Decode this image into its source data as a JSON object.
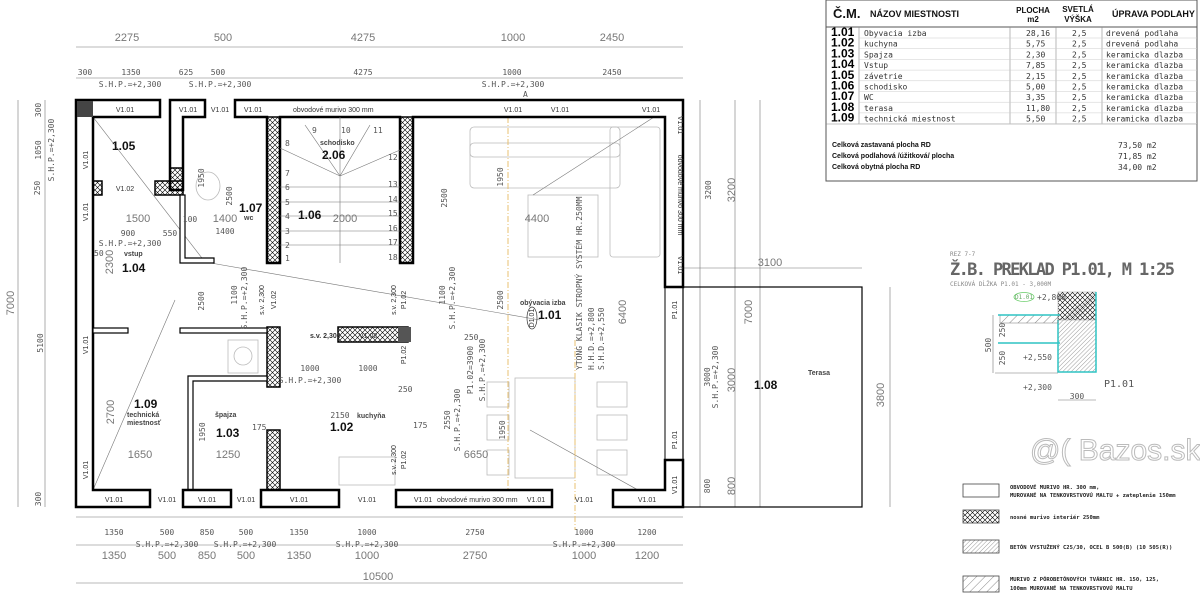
{
  "plan": {
    "top_dims_outer": [
      "2275",
      "500",
      "4275",
      "1000",
      "2450"
    ],
    "top_dims_inner": [
      "300",
      "1350",
      "625",
      "500",
      "4275",
      "1000",
      "2450"
    ],
    "shp": "S.H.P.=+2,300",
    "bottom_dims_inner": [
      "1350",
      "500",
      "850",
      "500",
      "1350",
      "1000",
      "2750",
      "1000",
      "1200"
    ],
    "bottom_dims_outer": [
      "1350",
      "500",
      "850",
      "500",
      "1350",
      "1000",
      "2750",
      "1000",
      "1200"
    ],
    "total_width": "10500",
    "left_dims": [
      "7000",
      "5100",
      "300",
      "1050",
      "250",
      "300"
    ],
    "wall_tag_v101": "V1.01",
    "wall_tag_v102": "V1.02",
    "wall_tag_p101": "P1.01",
    "wall_tag_p102": "P1.02",
    "perimeter_wall_note": "obvodové murivo 300 mm",
    "sv_note": "s.v. 2,300",
    "section_marker": "A",
    "lintel_tag": "D1.01",
    "ceiling_note": [
      "YTONG KLASIK STROPNÝ SYSTÉM HR.250MM",
      "H.H.D.=+2,800",
      "S.H.D.=+2,550"
    ],
    "interior_dims": {
      "d1500": "1500",
      "d1400": "1400",
      "d2000": "2000",
      "d4400": "4400",
      "d6400": "6400",
      "d6650": "6650",
      "d1650": "1650",
      "d1250": "1250",
      "d2700": "2700",
      "d2300": "2300",
      "d3200": "3200",
      "d3100": "3100",
      "d7000": "7000",
      "d3000": "3000",
      "d3800": "3800",
      "d800": "800",
      "d2500": "2500",
      "d1950": "1950",
      "d1100": "1100",
      "d2550": "2550",
      "d900": "900",
      "d550": "550",
      "d2150": "2150",
      "d1000": "1000",
      "d250": "250",
      "d175": "175",
      "d100": "100",
      "d50": "50",
      "p102_3900": "P1.02=3900"
    },
    "stair_steps": [
      "1",
      "2",
      "3",
      "4",
      "5",
      "6",
      "7",
      "8",
      "9",
      "10",
      "11",
      "12",
      "13",
      "14",
      "15",
      "16",
      "17",
      "18"
    ],
    "rooms": {
      "r105": {
        "num": "1.05"
      },
      "r206": {
        "num": "2.06",
        "name": "schodisko"
      },
      "r107": {
        "num": "1.07",
        "name": "wc"
      },
      "r106": {
        "num": "1.06"
      },
      "r104": {
        "num": "1.04",
        "name": "vstup"
      },
      "r101": {
        "num": "1.01",
        "name": "obývacia izba"
      },
      "r109": {
        "num": "1.09",
        "name1": "technická",
        "name2": "miestnosť"
      },
      "r103": {
        "num": "1.03",
        "name": "špajza"
      },
      "r102": {
        "num": "1.02",
        "name": "kuchyňa"
      },
      "r108": {
        "num": "1.08",
        "name": "Terasa"
      }
    }
  },
  "room_table": {
    "headers": {
      "cm": "Č.M.",
      "name": "NÁZOV MIESTNOSTI",
      "area1": "PLOCHA",
      "area2": "m2",
      "height1": "SVETLÁ",
      "height2": "VÝŠKA",
      "floor": "ÚPRAVA PODLAHY"
    },
    "rows": [
      {
        "cm": "1.01",
        "name": "Obyvacia izba",
        "area": "28,16",
        "height": "2,5",
        "floor": "drevená podlaha"
      },
      {
        "cm": "1.02",
        "name": "kuchyna",
        "area": "5,75",
        "height": "2,5",
        "floor": "drevená podlaha"
      },
      {
        "cm": "1.03",
        "name": "Spajza",
        "area": "2,30",
        "height": "2,5",
        "floor": "keramicka dlazba"
      },
      {
        "cm": "1.04",
        "name": "Vstup",
        "area": "7,85",
        "height": "2,5",
        "floor": "keramicka dlazba"
      },
      {
        "cm": "1.05",
        "name": "závetrie",
        "area": "2,15",
        "height": "2,5",
        "floor": "keramicka dlazba"
      },
      {
        "cm": "1.06",
        "name": "schodisko",
        "area": "5,00",
        "height": "2,5",
        "floor": "keramicka dlazba"
      },
      {
        "cm": "1.07",
        "name": "WC",
        "area": "3,35",
        "height": "2,5",
        "floor": "keramicka dlazba"
      },
      {
        "cm": "1.08",
        "name": "terasa",
        "area": "11,80",
        "height": "2,5",
        "floor": "keramicka dlazba"
      },
      {
        "cm": "1.09",
        "name": "technická miestnost",
        "area": "5,50",
        "height": "2,5",
        "floor": "keramicka dlazba"
      }
    ],
    "totals": [
      {
        "label": "Celková zastavaná plocha RD",
        "value": "73,50 m2"
      },
      {
        "label": "Celková podlahová /úžitková/ plocha",
        "value": "71,85 m2"
      },
      {
        "label": "Celková obytná plocha RD",
        "value": "34,00 m2"
      }
    ]
  },
  "lintel_detail": {
    "section": "REZ 7-7",
    "title": "Ž.B. PREKLAD P1.01, M 1:25",
    "subtitle": "CELKOVÁ DĹŽKA P1.01 - 3,000M",
    "tag": "D1.01",
    "levels": [
      "+2,800",
      "+2,550",
      "+2,300"
    ],
    "dims": [
      "500",
      "250",
      "250",
      "300"
    ],
    "label": "P1.01",
    "accent_color": "#2ec4c4"
  },
  "legend": [
    {
      "pattern": "empty",
      "text1": "OBVODOVÉ MURIVO HR. 300 mm,",
      "text2": "MUROVANÉ NA TENKOVRSTVOVÚ MALTU + zateplenie 150mm"
    },
    {
      "pattern": "crosshatch",
      "text1": "nosné murivo interiér 250mm",
      "text2": ""
    },
    {
      "pattern": "dense-hatch",
      "text1": "BETÓN VYSTUŽENÝ C25/30, OCEL B 500(B) (10 505(R))",
      "text2": ""
    },
    {
      "pattern": "diagonal-hatch",
      "text1": "MURIVO Z PÓROBETÓNOVÝCH TVÁRNIC HR. 150, 125,",
      "text2": "100mm MUROVANÉ NA TENKOVRSTVOVÚ MALTU"
    }
  ],
  "watermark": "@( Bazos.sk"
}
